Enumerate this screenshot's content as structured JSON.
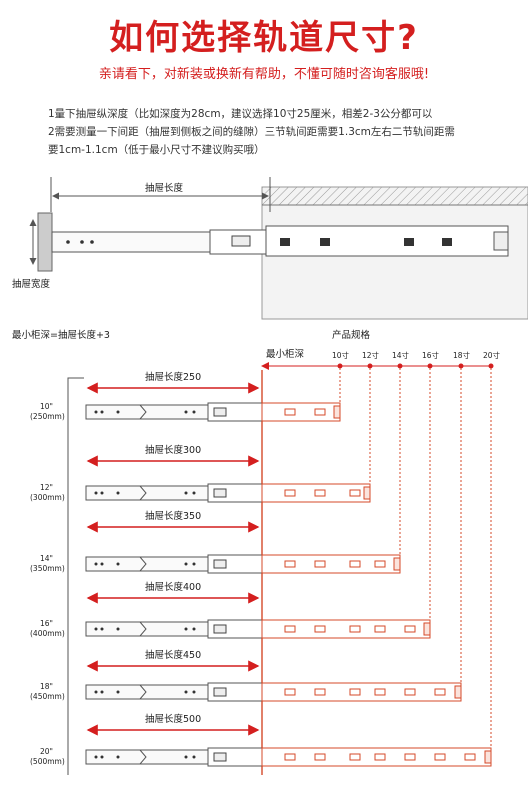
{
  "header": {
    "title": "如何选择轨道尺寸?",
    "subtitle": "亲请看下，对新装或换新有帮助，不懂可随时咨询客服哦!"
  },
  "notes": [
    "1量下抽屉纵深度（比如深度为28cm，建议选择10寸25厘米，相差2-3公分都可以",
    "2需要测量一下间距（抽屉到侧板之间的缝隙）三节轨间距需要1.3cm左右二节轨间距需",
    "要1cm-1.1cm（低于最小尺寸不建议购买哦）"
  ],
  "diagram": {
    "drawer_length_label": "抽屉长度",
    "drawer_width_label": "抽屉宽度"
  },
  "chart": {
    "formula": "最小柜深=抽屉长度+3",
    "spec_label": "产品规格",
    "min_depth_label": "最小柜深",
    "spec_sizes": [
      "10寸",
      "12寸",
      "14寸",
      "16寸",
      "18寸",
      "20寸"
    ],
    "rows": [
      {
        "inch": "10\"",
        "mm": "(250mm)",
        "length_label": "抽屉长度250"
      },
      {
        "inch": "12\"",
        "mm": "(300mm)",
        "length_label": "抽屉长度300"
      },
      {
        "inch": "14\"",
        "mm": "(350mm)",
        "length_label": "抽屉长度350"
      },
      {
        "inch": "16\"",
        "mm": "(400mm)",
        "length_label": "抽屉长度400"
      },
      {
        "inch": "18\"",
        "mm": "(450mm)",
        "length_label": "抽屉长度450"
      },
      {
        "inch": "20\"",
        "mm": "(500mm)",
        "length_label": "抽屉长度500"
      }
    ]
  },
  "colors": {
    "accent": "#d41f1f",
    "orange": "#d44a2a"
  }
}
